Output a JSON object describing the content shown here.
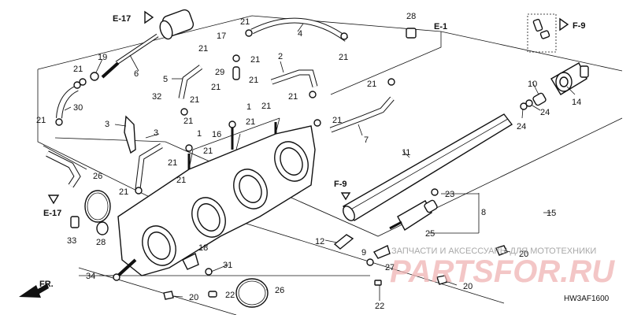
{
  "diagram": {
    "code": "HW3AF1600",
    "front_label": "FR.",
    "references": [
      {
        "id": "ref-e17-top",
        "label": "E-17"
      },
      {
        "id": "ref-e1",
        "label": "E-1"
      },
      {
        "id": "ref-f9-top",
        "label": "F-9"
      },
      {
        "id": "ref-f9-mid",
        "label": "F-9"
      },
      {
        "id": "ref-e17-left",
        "label": "E-17"
      }
    ],
    "callouts": [
      "1",
      "2",
      "3",
      "4",
      "5",
      "6",
      "7",
      "8",
      "9",
      "10",
      "11",
      "12",
      "14",
      "15",
      "16",
      "17",
      "18",
      "19",
      "20",
      "21",
      "22",
      "23",
      "24",
      "25",
      "26",
      "27",
      "28",
      "29",
      "30",
      "31",
      "32",
      "33",
      "34"
    ]
  },
  "watermark": {
    "logo": "PARTSFOR.RU",
    "tagline": "ЗАПЧАСТИ И АКСЕССУАРЫ ДЛЯ МОТОТЕХНИКИ"
  }
}
